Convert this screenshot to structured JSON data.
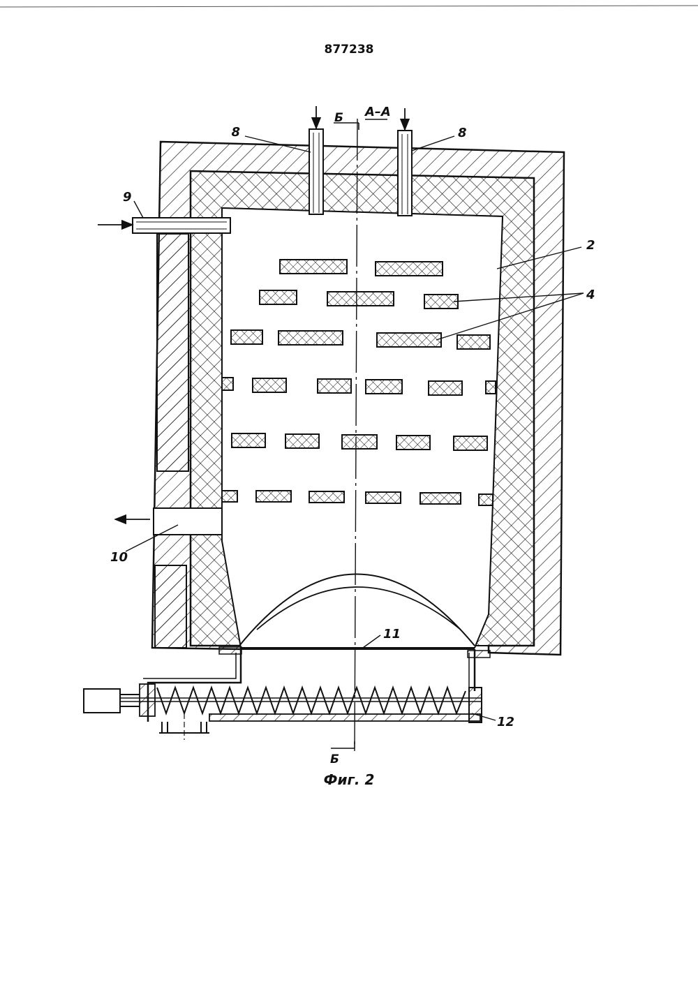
{
  "page": {
    "patent_number": "877238"
  },
  "section": {
    "label": "А–А",
    "cut_label_top": "Б",
    "cut_label_bottom": "Б"
  },
  "callouts": {
    "c8_left": "8",
    "c8_right": "8",
    "c9": "9",
    "c2": "2",
    "c4": "4",
    "c10": "10",
    "c11": "11",
    "c12": "12"
  },
  "caption": "Фиг. 2",
  "colors": {
    "ink": "#111111",
    "paper": "#ffffff"
  }
}
